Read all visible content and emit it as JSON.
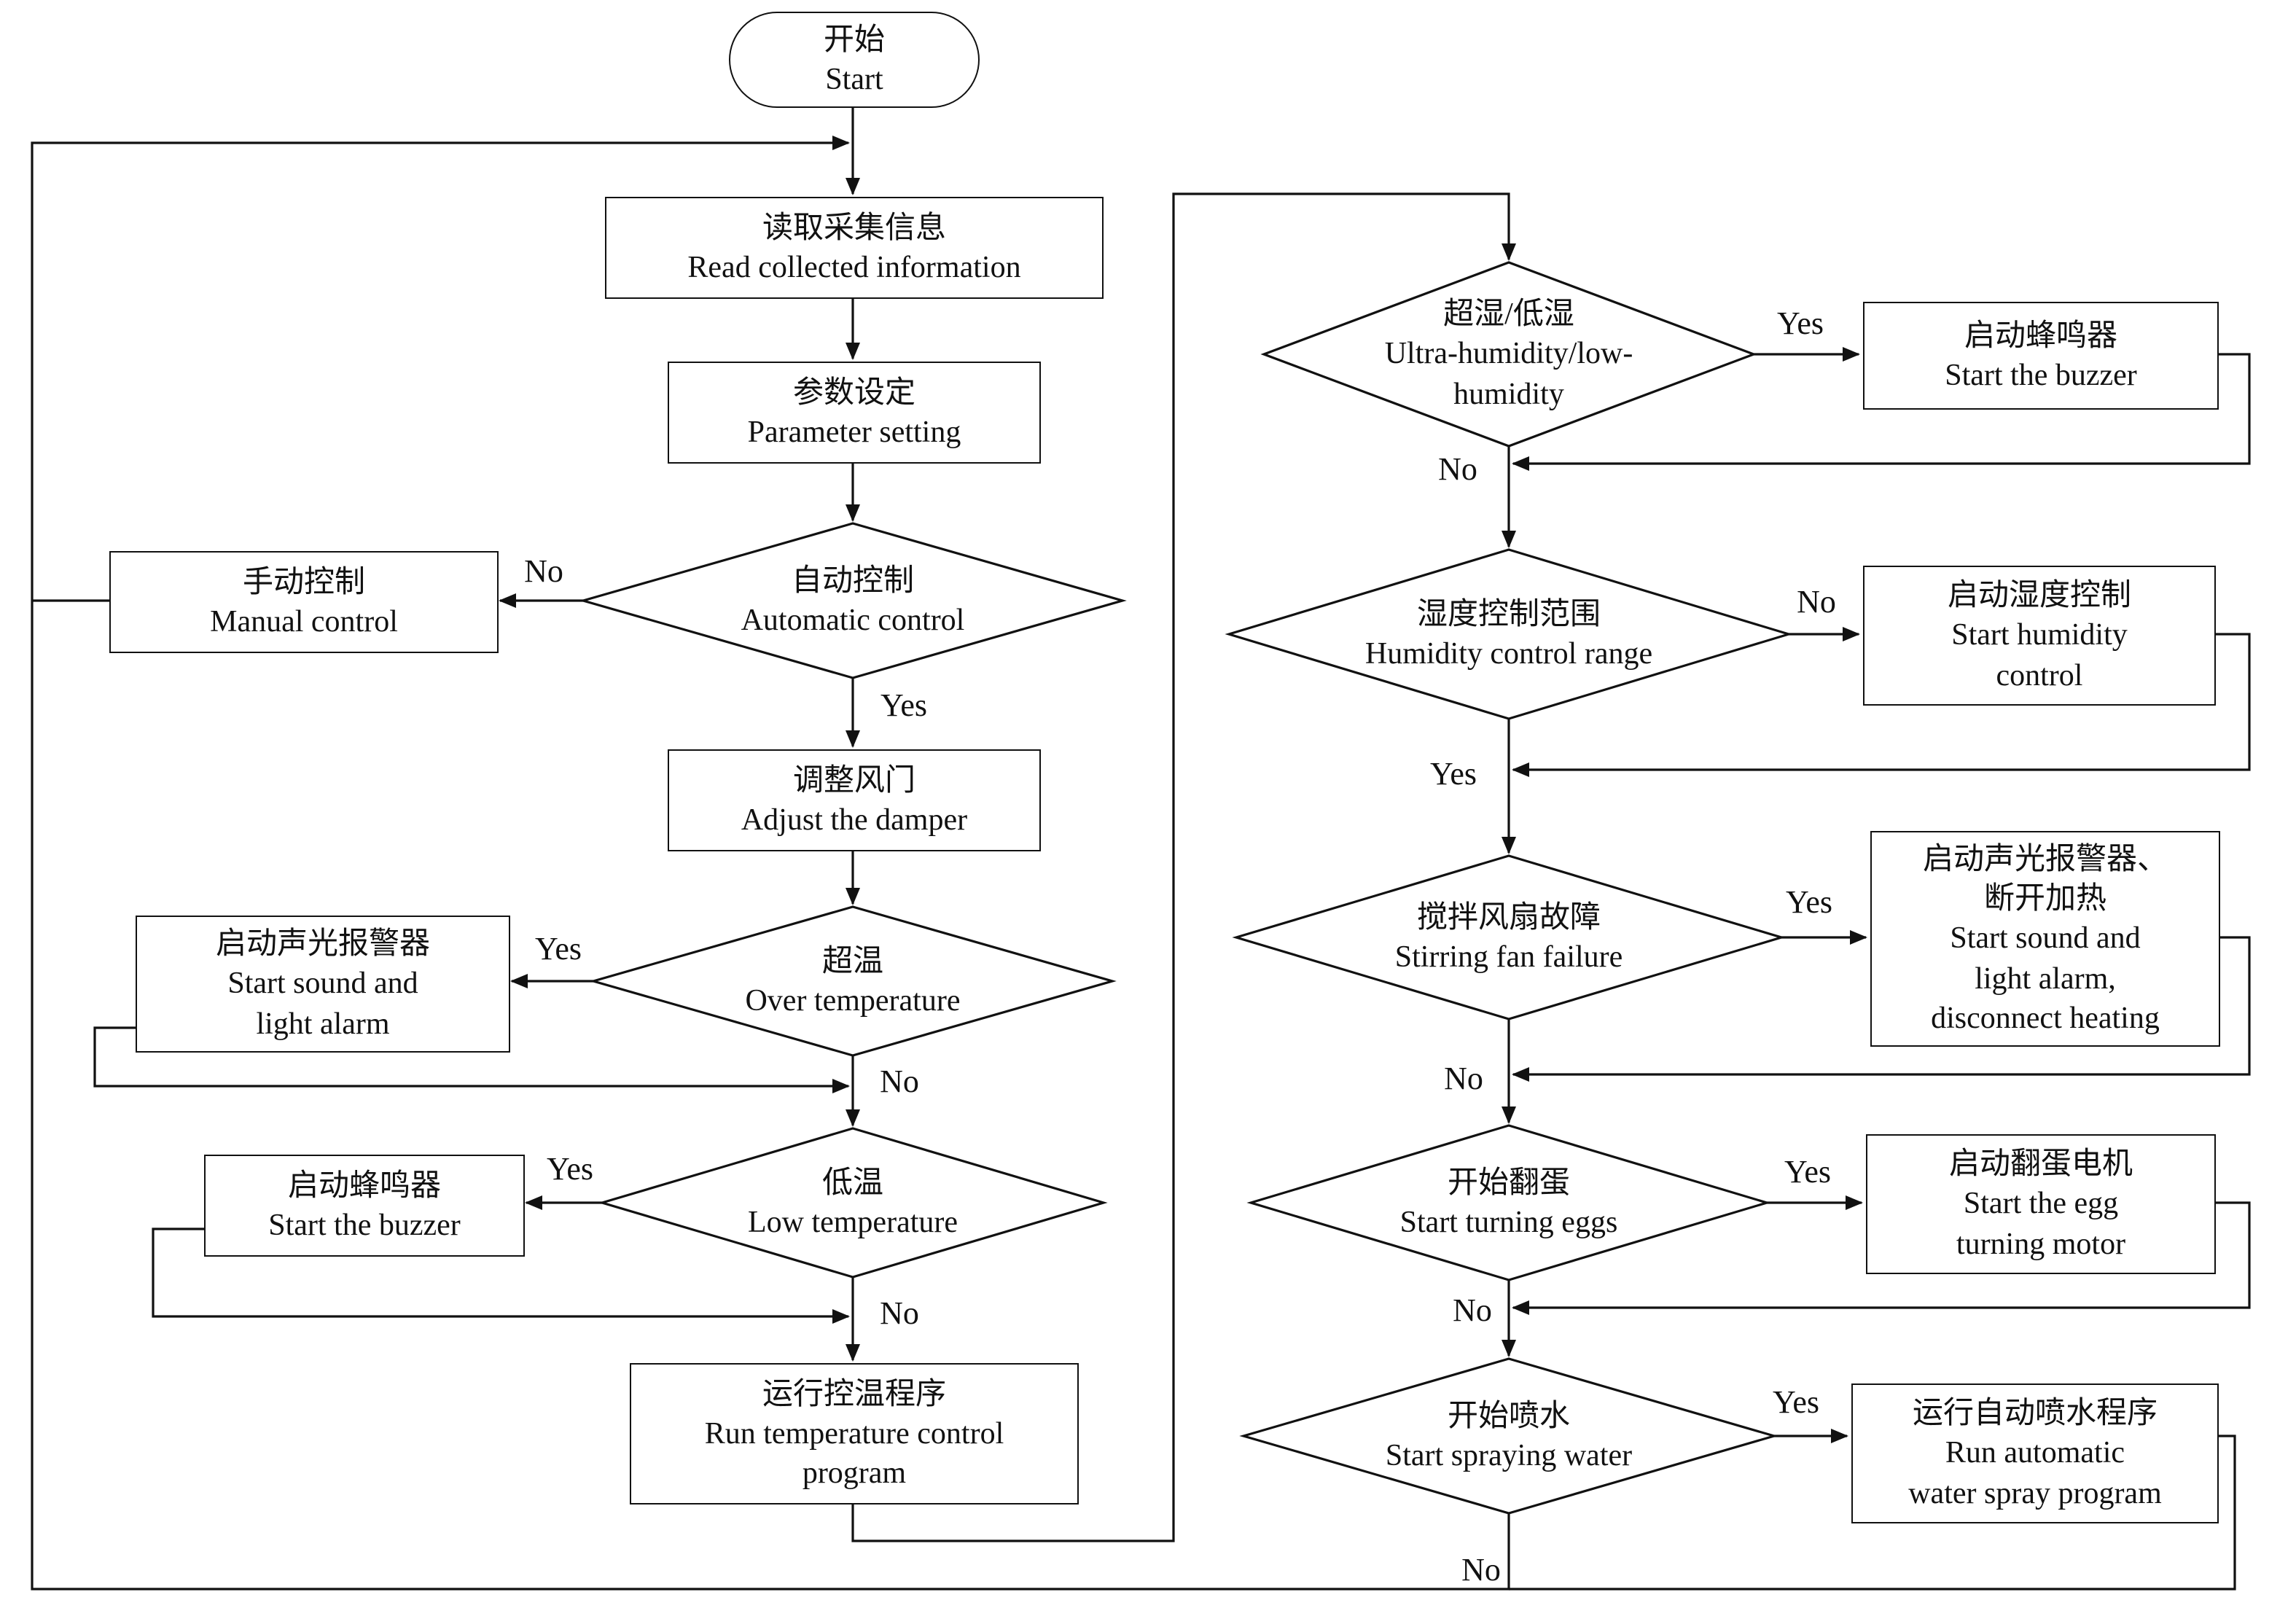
{
  "yes": "Yes",
  "no": "No",
  "nodes": {
    "start": "开始\nStart",
    "read_info": "读取采集信息\nRead collected information",
    "param_setting": "参数设定\nParameter setting",
    "auto_control": "自动控制\nAutomatic control",
    "manual_control": "手动控制\nManual control",
    "adjust_damper": "调整风门\nAdjust the damper",
    "over_temp": "超温\nOver temperature",
    "sound_light_alarm": "启动声光报警器\nStart sound and\nlight alarm",
    "low_temp": "低温\nLow temperature",
    "buzzer_left": "启动蜂鸣器\nStart the buzzer",
    "run_temp_program": "运行控温程序\nRun temperature control\nprogram",
    "ultra_humidity": "超湿/低湿\nUltra-humidity/low-\nhumidity",
    "buzzer_right": "启动蜂鸣器\nStart the buzzer",
    "humidity_range": "湿度控制范围\nHumidity control range",
    "start_humidity_control": "启动湿度控制\nStart humidity\ncontrol",
    "fan_failure": "搅拌风扇故障\nStirring fan failure",
    "alarm_disconnect_heating": "启动声光报警器、\n断开加热\nStart sound and\nlight alarm,\ndisconnect heating",
    "start_turning_eggs": "开始翻蛋\nStart turning eggs",
    "egg_turning_motor": "启动翻蛋电机\nStart the egg\nturning motor",
    "start_spraying": "开始喷水\nStart spraying water",
    "water_spray_program": "运行自动喷水程序\nRun automatic\nwater spray program"
  }
}
